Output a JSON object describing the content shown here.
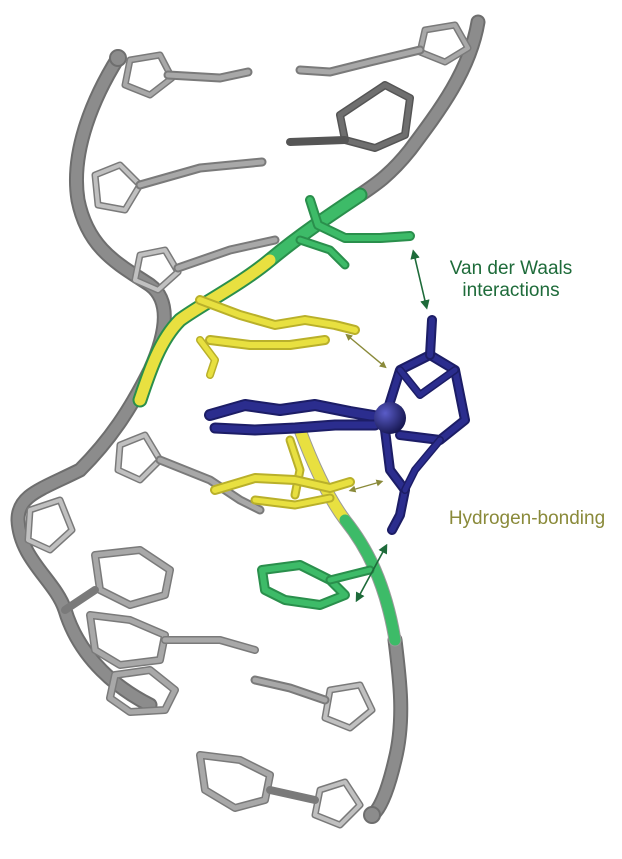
{
  "annotations": {
    "van_der_waals": {
      "line1": "Van der Waals",
      "line2": "interactions",
      "color": "#1e6b3a"
    },
    "hydrogen_bonding": {
      "text": "Hydrogen-bonding",
      "color": "#8a8a3a"
    }
  },
  "colors": {
    "backbone": "#8c8c8c",
    "backbone_edge": "#6e6e6e",
    "base_gray": "#a8a8a8",
    "base_gray_edge": "#7a7a7a",
    "green": "#3dbb68",
    "yellow": "#e8e040",
    "ligand": "#2b2d8e",
    "ligand_dark": "#1c1d66",
    "arrow_green": "#1e6b3a",
    "arrow_olive": "#8a8a3a"
  }
}
